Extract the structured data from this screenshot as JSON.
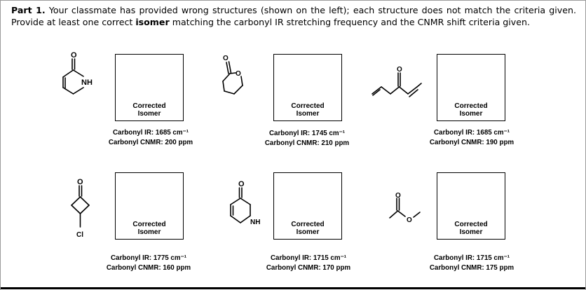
{
  "instructions": {
    "part_label": "Part 1.",
    "text_before": " Your classmate has provided wrong structures (shown on the left); each structure does not match the criteria given. Provide at least one correct ",
    "bold_word": "isomer",
    "text_after": " matching the carbonyl IR stretching frequency and the CNMR shift criteria given."
  },
  "box_label_line1": "Corrected",
  "box_label_line2": "Isomer",
  "problems": [
    {
      "ir": "Carbonyl IR: 1685 cm⁻¹",
      "cnmr": "Carbonyl CNMR: 200 ppm",
      "atoms": [
        "O",
        "NH"
      ]
    },
    {
      "ir": "Carbonyl IR: 1745 cm⁻¹",
      "cnmr": "Carbonyl CNMR: 210 ppm",
      "atoms": [
        "O",
        "O"
      ]
    },
    {
      "ir": "Carbonyl IR: 1685 cm⁻¹",
      "cnmr": "Carbonyl CNMR: 190 ppm",
      "atoms": [
        "O"
      ]
    },
    {
      "ir": "Carbonyl IR: 1775 cm⁻¹",
      "cnmr": "Carbonyl CNMR: 160 ppm",
      "atoms": [
        "O",
        "Cl"
      ]
    },
    {
      "ir": "Carbonyl IR: 1715 cm⁻¹",
      "cnmr": "Carbonyl CNMR: 170 ppm",
      "atoms": [
        "O",
        "NH"
      ]
    },
    {
      "ir": "Carbonyl IR: 1715 cm⁻¹",
      "cnmr": "Carbonyl CNMR: 175 ppm",
      "atoms": [
        "O",
        "O"
      ]
    }
  ]
}
